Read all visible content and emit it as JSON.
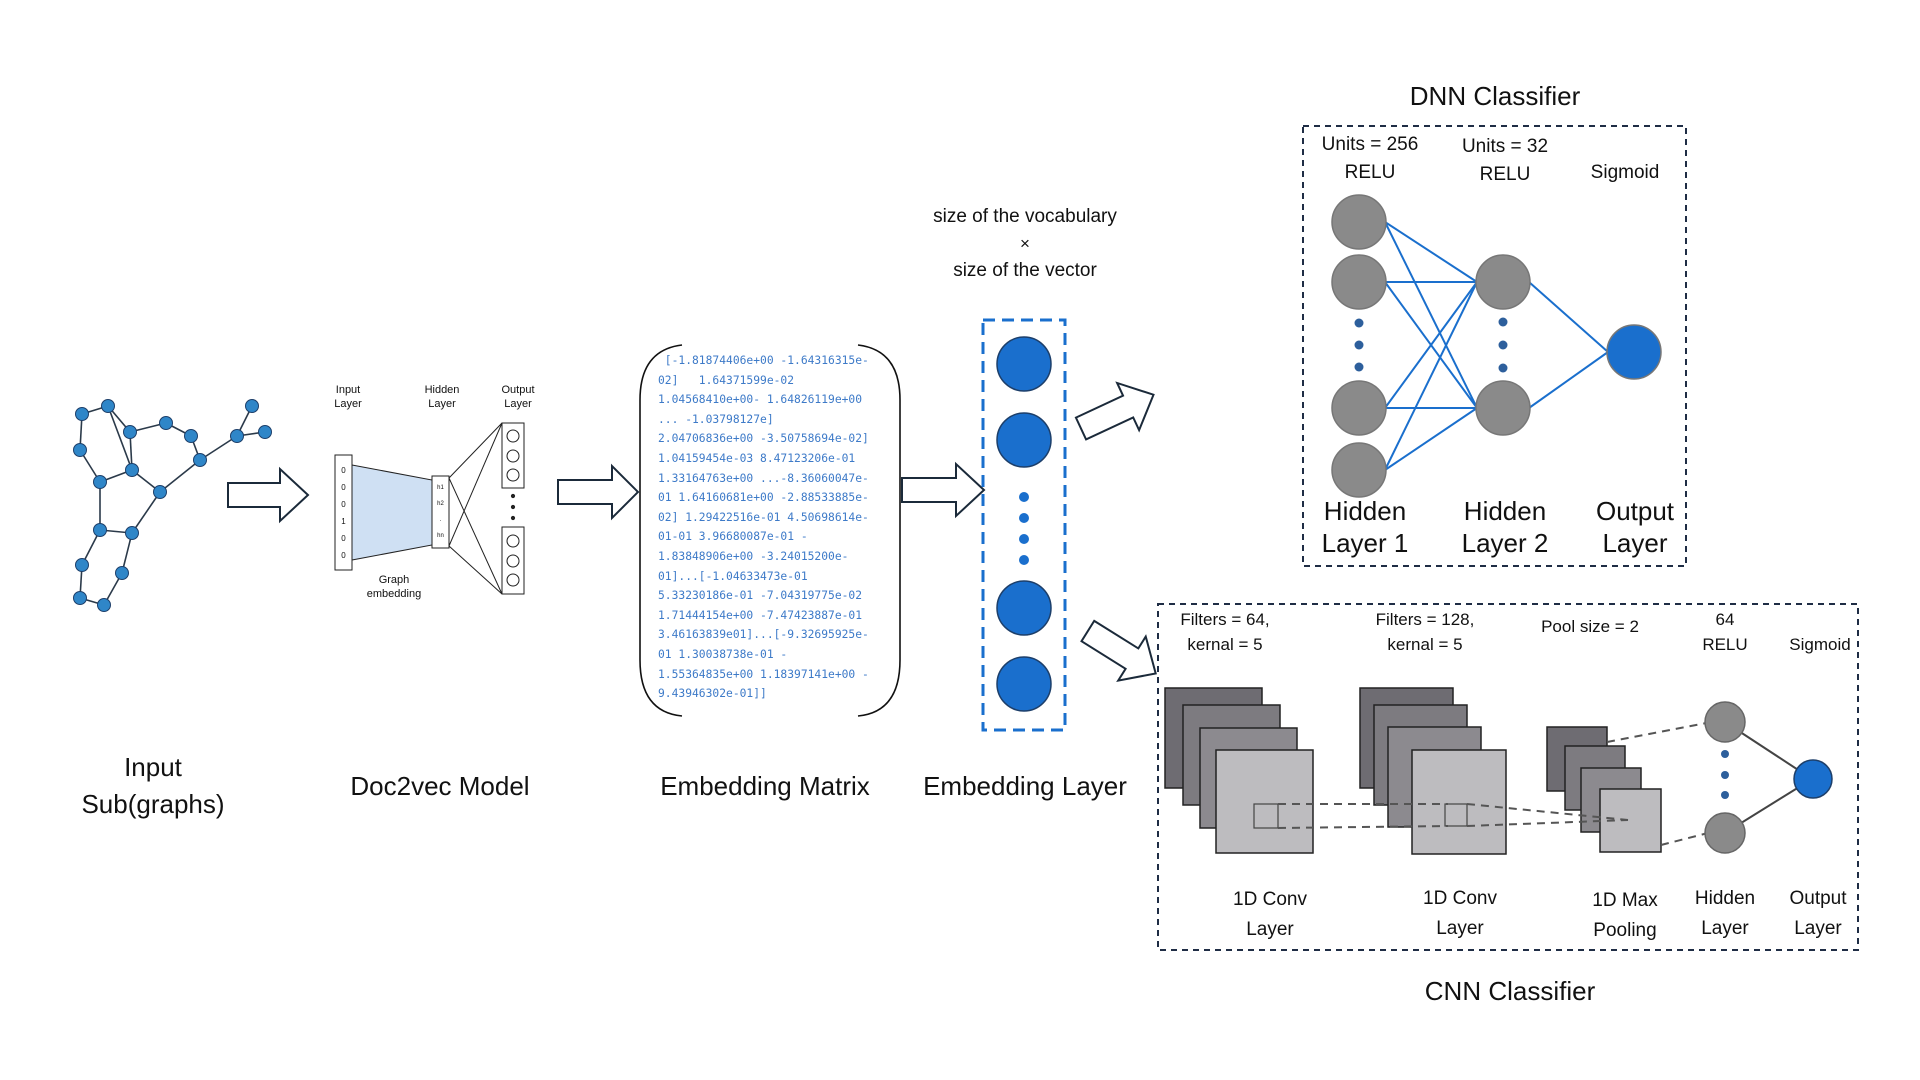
{
  "input": {
    "label_line1": "Input",
    "label_line2": "Sub(graphs)",
    "node_color": "#2f86c8"
  },
  "doc2vec": {
    "title": "Doc2vec Model",
    "input_layer": "Input\nLayer",
    "hidden_layer": "Hidden\nLayer",
    "output_layer": "Output\nLayer",
    "graph_embedding": "Graph\nembedding",
    "input_values": [
      "0",
      "0",
      "0",
      "1",
      "0",
      "0"
    ],
    "hidden_values": [
      "h1",
      "h2",
      ".",
      "hn"
    ]
  },
  "matrix": {
    "title": "Embedding Matrix",
    "lines": [
      " [-1.81874406e+00 -1.64316315e-",
      "02]   1.64371599e-02",
      "1.04568410e+00- 1.64826119e+00",
      "... -1.03798127e]",
      "2.04706836e+00 -3.50758694e-02]",
      "1.04159454e-03 8.47123206e-01",
      "1.33164763e+00 ...-8.36060047e-",
      "01 1.64160681e+00 -2.88533885e-",
      "02] 1.29422516e-01 4.50698614e-",
      "01-01 3.96680087e-01 -",
      "1.83848906e+00 -3.24015200e-",
      "01]...[-1.04633473e-01",
      "5.33230186e-01 -7.04319775e-02",
      "1.71444154e+00 -7.47423887e-01",
      "3.46163839e01]...[-9.32695925e-",
      "01 1.30038738e-01 -",
      "1.55364835e+00 1.18397141e+00 -",
      "9.43946302e-01]]"
    ],
    "text_color": "#3d7ac8"
  },
  "embedding_layer": {
    "title": "Embedding Layer",
    "size_line1": "size of the vocabulary",
    "size_times": "×",
    "size_line2": "size of the vector",
    "color": "#1a6fcd"
  },
  "dnn": {
    "title": "DNN Classifier",
    "l1_units": "Units = 256",
    "l1_act": "RELU",
    "l2_units": "Units = 32",
    "l2_act": "RELU",
    "out_act": "Sigmoid",
    "hidden1_label1": "Hidden",
    "hidden1_label2": "Layer 1",
    "hidden2_label1": "Hidden",
    "hidden2_label2": "Layer 2",
    "output_label1": "Output",
    "output_label2": "Layer",
    "line_color": "#1a6fcd",
    "node_color": "#8a8a8a"
  },
  "cnn": {
    "title": "CNN Classifier",
    "conv1_filters": "Filters = 64,",
    "conv1_kernel": "kernal = 5",
    "conv2_filters": "Filters = 128,",
    "conv2_kernel": "kernal = 5",
    "pool_size": "Pool size = 2",
    "hidden_units": "64",
    "hidden_act": "RELU",
    "out_act": "Sigmoid",
    "conv1_label1": "1D Conv",
    "conv1_label2": "Layer",
    "conv2_label1": "1D Conv",
    "conv2_label2": "Layer",
    "pool_label1": "1D Max",
    "pool_label2": "Pooling",
    "hidden_label1": "Hidden",
    "hidden_label2": "Layer",
    "output_label1": "Output",
    "output_label2": "Layer"
  }
}
